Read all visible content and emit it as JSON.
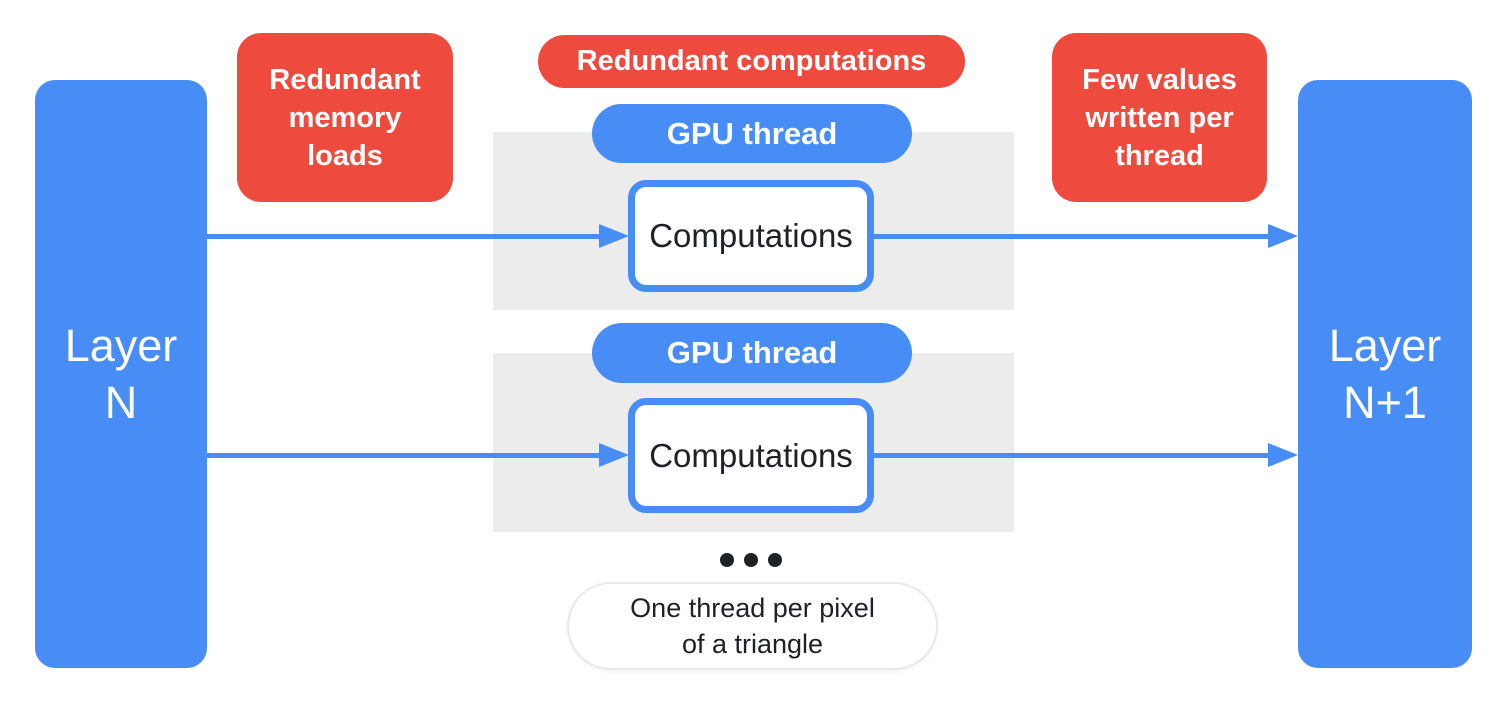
{
  "colors": {
    "blue": "#478DF5",
    "red": "#EF4A3E",
    "panel_gray": "#ECECEC",
    "text_dark": "#202124",
    "note_border": "#E9E9E9"
  },
  "nodes": {
    "layer_left": "Layer\nN",
    "layer_right": "Layer\nN+1"
  },
  "callouts": {
    "memory": "Redundant\nmemory\nloads",
    "computations": "Redundant computations",
    "writes": "Few values\nwritten per\nthread"
  },
  "threads": [
    {
      "pill": "GPU thread",
      "box": "Computations"
    },
    {
      "pill": "GPU thread",
      "box": "Computations"
    }
  ],
  "note": "One thread per pixel\nof a triangle"
}
